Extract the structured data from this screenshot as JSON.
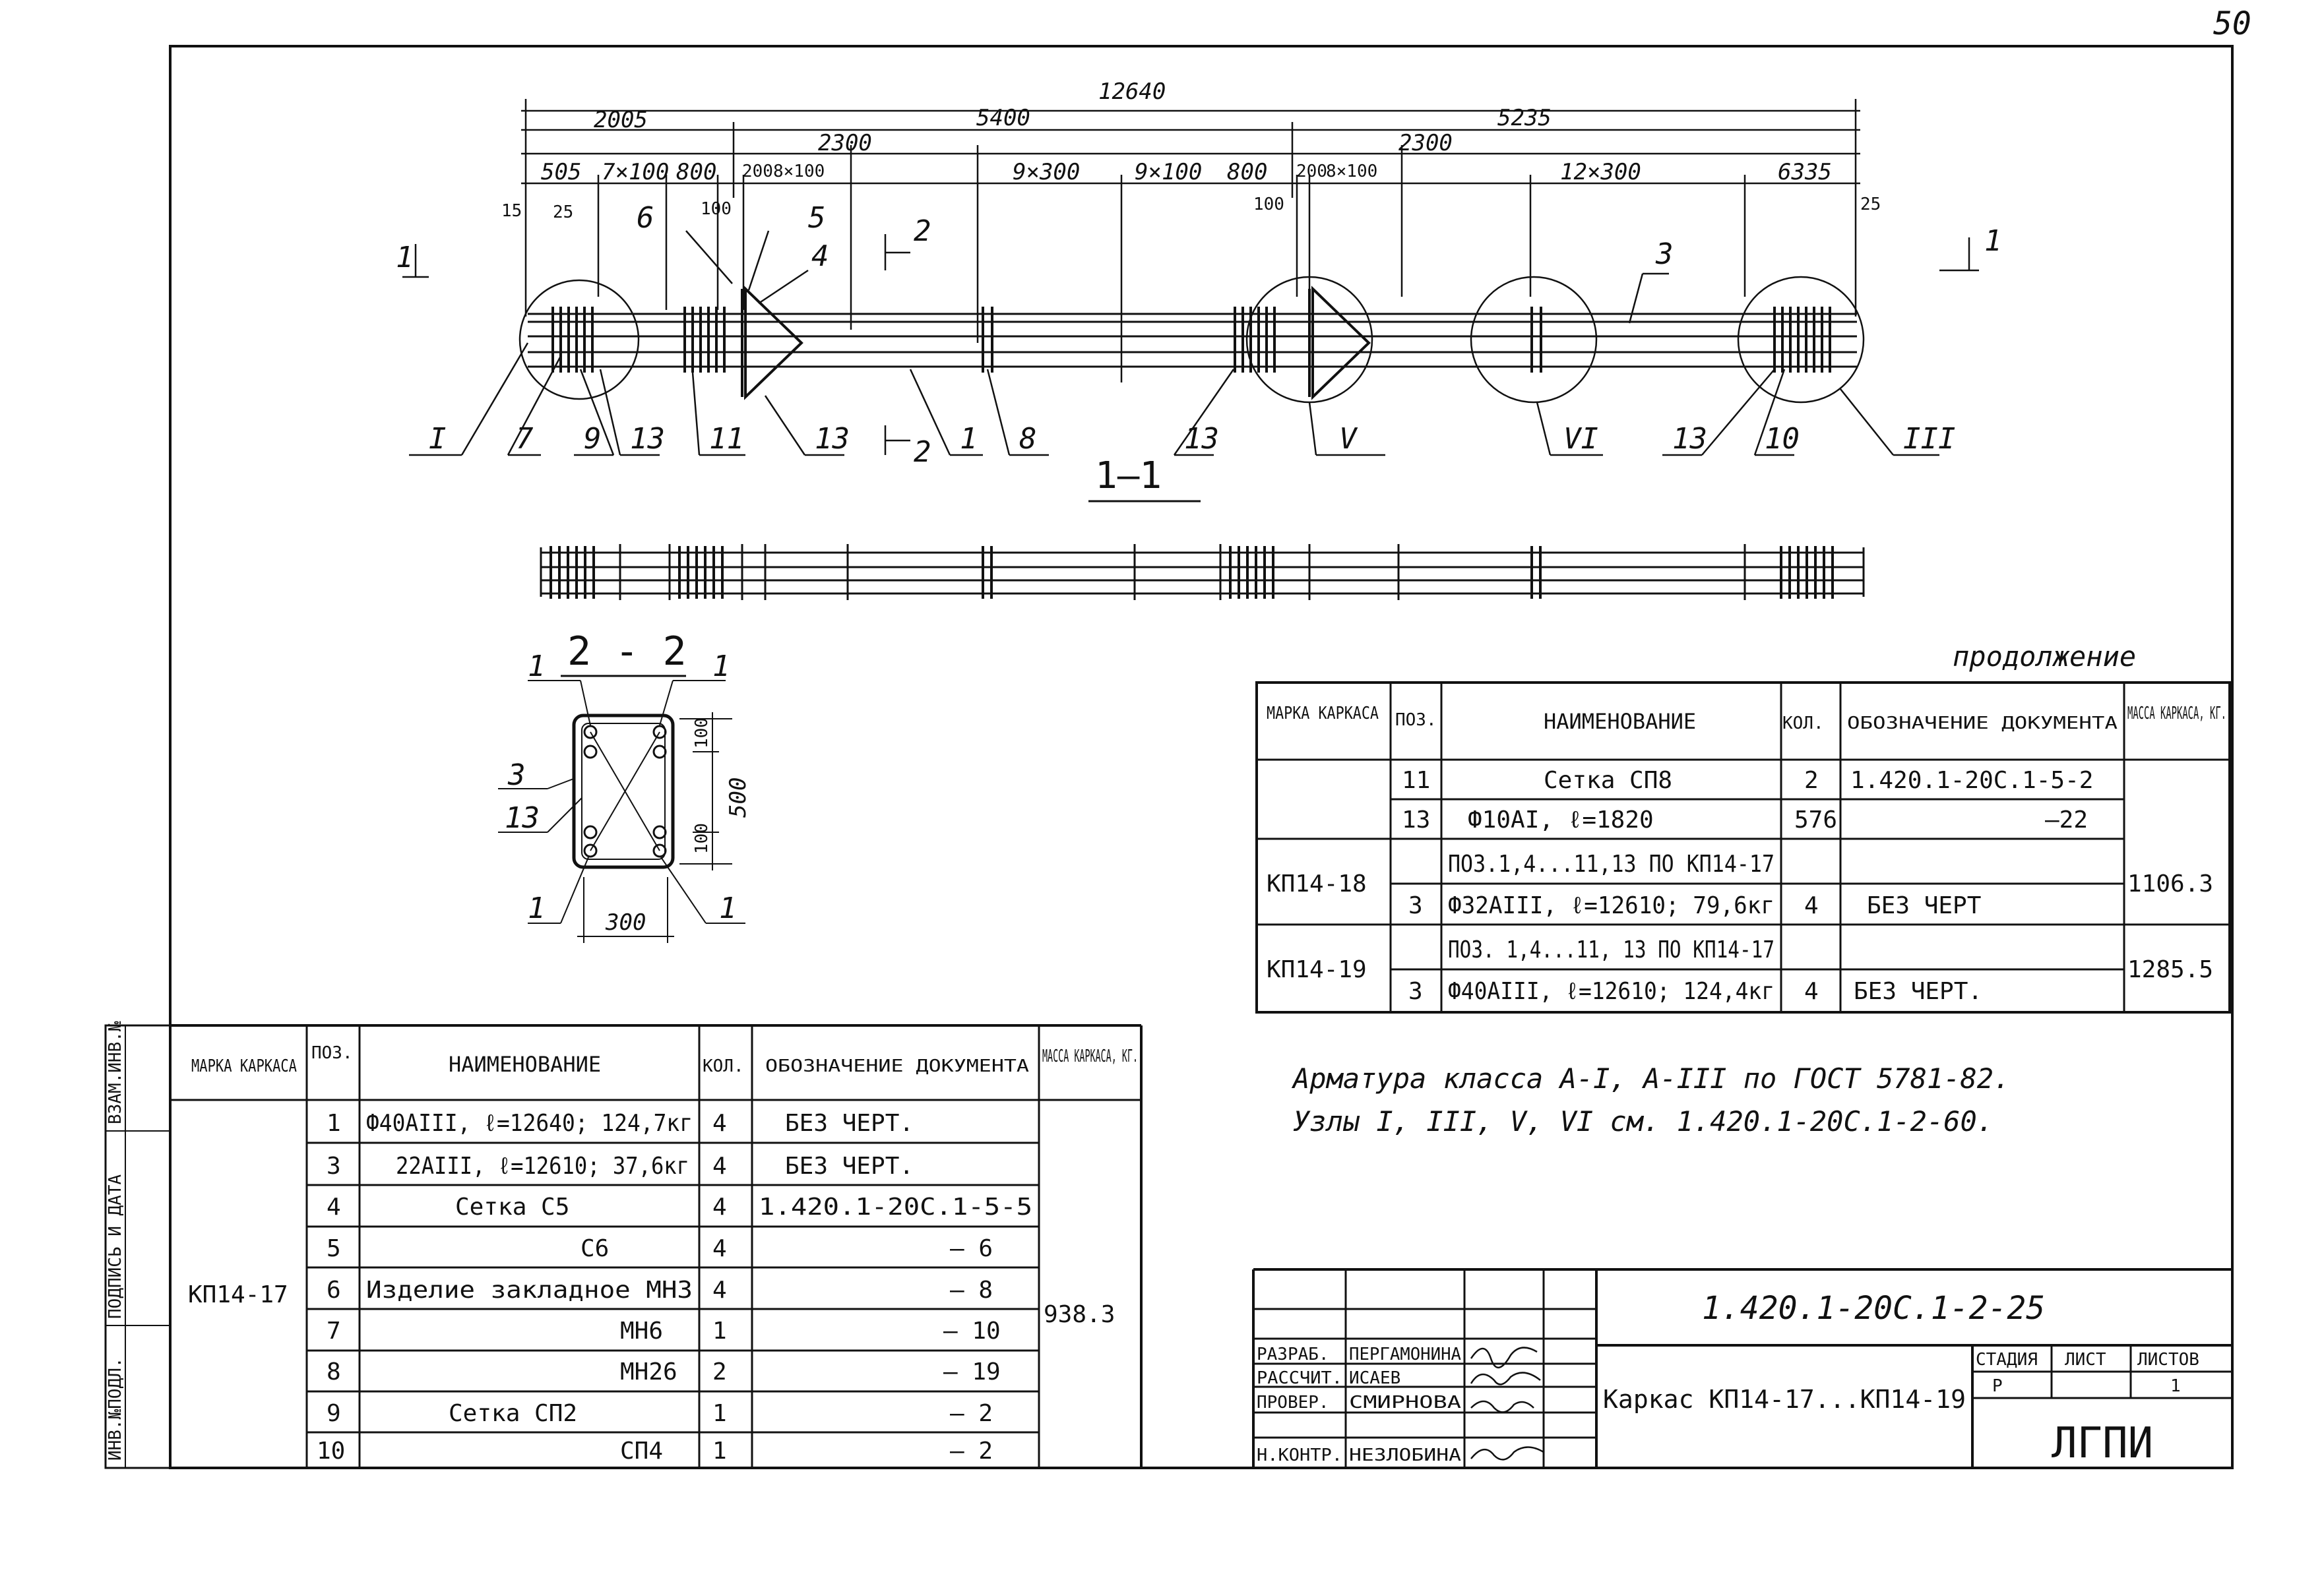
{
  "sheet": {
    "page_number": "50"
  },
  "dimensions": {
    "overall": "12640",
    "left_span": "2005",
    "mid_span": "5400",
    "right_span": "5235",
    "d_2300_left": "2300",
    "d_2300_right": "2300",
    "d_505": "505",
    "d_7x100": "7×100",
    "d_800_left": "800",
    "d_200_left": "200",
    "d_8x100_left": "8×100",
    "d_9x300": "9×300",
    "d_9x100": "9×100",
    "d_800_right": "800",
    "d_200_right": "200",
    "d_8x100_right": "8×100",
    "d_12x300": "12×300",
    "d_6335": "6335",
    "d_15": "15",
    "d_25_left": "25",
    "d_25_right": "25",
    "d_100_a": "100",
    "d_100_b": "100"
  },
  "elevation_labels": {
    "pos_1": "1",
    "pos_3": "3",
    "pos_4": "4",
    "pos_5": "5",
    "pos_6": "6",
    "pos_7": "7",
    "pos_8": "8",
    "pos_9": "9",
    "pos_10": "10",
    "pos_11": "11",
    "pos_13_a": "13",
    "pos_13_b": "13",
    "pos_13_c": "13",
    "pos_13_d": "13",
    "node_I": "I",
    "node_V": "V",
    "node_VI": "VI",
    "node_III": "III",
    "cut_1_left": "1",
    "cut_1_right": "1",
    "cut_2_top": "2",
    "cut_2_bottom": "2"
  },
  "section_1_1": {
    "title": "1—1"
  },
  "section_2_2": {
    "title": "2 - 2",
    "label_1_tl": "1",
    "label_1_tr": "1",
    "label_1_bl": "1",
    "label_1_br": "1",
    "label_3": "3",
    "label_13": "13",
    "dim_100_top": "100",
    "dim_500": "500",
    "dim_100_bottom": "100",
    "dim_300": "300"
  },
  "continuation_table": {
    "caption": "продолжение",
    "headers": {
      "mark": "МАРКА КАРКАСА",
      "pos": "ПОЗ.",
      "name": "НАИМЕНОВАНИЕ",
      "qty": "КОЛ.",
      "doc": "ОБОЗНАЧЕНИЕ ДОКУМЕНТА",
      "mass": "МАССА КАРКАСА, КГ."
    },
    "rows": [
      {
        "pos": "11",
        "name": "Сетка СП8",
        "qty": "2",
        "doc": "1.420.1-20С.1-5-2"
      },
      {
        "pos": "13",
        "name": "Ф10АI, ℓ=1820",
        "qty": "576",
        "doc": "—22"
      },
      {
        "pos": "",
        "name": "ПОЗ.1,4...11,13 ПО КП14-17",
        "qty": "",
        "doc": ""
      },
      {
        "pos": "3",
        "name": "Ф32АIII, ℓ=12610; 79,6кг",
        "qty": "4",
        "doc": "БЕЗ ЧЕРТ"
      },
      {
        "pos": "",
        "name": "ПОЗ. 1,4...11, 13 ПО КП14-17",
        "qty": "",
        "doc": ""
      },
      {
        "pos": "3",
        "name": "Ф40АIII, ℓ=12610; 124,4кг",
        "qty": "4",
        "doc": "БЕЗ ЧЕРТ."
      }
    ],
    "mark_kp18": "КП14-18",
    "mark_kp19": "КП14-19",
    "mass_kp18": "1106.3",
    "mass_kp19": "1285.5"
  },
  "main_table": {
    "headers": {
      "mark": "МАРКА КАРКАСА",
      "pos": "ПОЗ.",
      "name": "НАИМЕНОВАНИЕ",
      "qty": "КОЛ.",
      "doc": "ОБОЗНАЧЕНИЕ ДОКУМЕНТА",
      "mass": "МАССА КАРКАСА, КГ."
    },
    "mark": "КП14-17",
    "mass": "938.3",
    "rows": [
      {
        "pos": "1",
        "name": "Ф40АIII, ℓ=12640; 124,7кг",
        "qty": "4",
        "doc": "БЕЗ ЧЕРТ."
      },
      {
        "pos": "3",
        "name": "22АIII, ℓ=12610; 37,6кг",
        "qty": "4",
        "doc": "БЕЗ ЧЕРТ."
      },
      {
        "pos": "4",
        "name": "Сетка С5",
        "qty": "4",
        "doc": "1.420.1-20С.1-5-5"
      },
      {
        "pos": "5",
        "name": "С6",
        "qty": "4",
        "doc": "— 6"
      },
      {
        "pos": "6",
        "name": "Изделие закладное МН3",
        "qty": "4",
        "doc": "— 8"
      },
      {
        "pos": "7",
        "name": "МН6",
        "qty": "1",
        "doc": "— 10"
      },
      {
        "pos": "8",
        "name": "МН26",
        "qty": "2",
        "doc": "— 19"
      },
      {
        "pos": "9",
        "name": "Сетка СП2",
        "qty": "1",
        "doc": "— 2"
      },
      {
        "pos": "10",
        "name": "СП4",
        "qty": "1",
        "doc": "— 2"
      }
    ]
  },
  "notes": {
    "line1": "Арматура класса А-I, А-III по ГОСТ 5781-82.",
    "line2": "Узлы I, III, V, VI см. 1.420.1-20С.1-2-60."
  },
  "side_stamp": {
    "inv_podl": "ИНВ.№ПОДЛ.",
    "podpis": "ПОДПИСЬ И ДАТА",
    "vzam": "ВЗАМ.ИНВ.№"
  },
  "title_block": {
    "code": "1.420.1-20С.1-2-25",
    "title": "Каркас КП14-17...КП14-19",
    "stage_label": "СТАДИЯ",
    "sheet_label": "ЛИСТ",
    "sheets_label": "ЛИСТОВ",
    "stage": "Р",
    "sheets": "1",
    "org": "ЛГПИ",
    "roles": [
      {
        "role": "РАЗРАБ.",
        "name": "ПЕРГАМОНИНА"
      },
      {
        "role": "РАССЧИТ.",
        "name": "ИСАЕВ"
      },
      {
        "role": "ПРОВЕР.",
        "name": "СМИРНОВА"
      },
      {
        "role": "Н.КОНТР.",
        "name": "НЕЗЛОБИНА"
      }
    ]
  }
}
